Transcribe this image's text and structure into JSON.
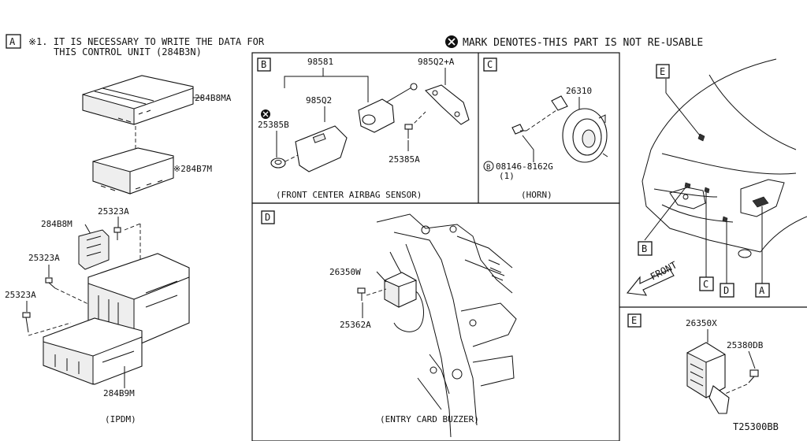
{
  "header": {
    "section_a_letter": "A",
    "note_line1": "※1. IT IS NECESSARY TO WRITE THE DATA FOR",
    "note_line2": "THIS CONTROL UNIT (284B3N)",
    "legend_text": "MARK DENOTES-THIS PART IS NOT RE-USABLE"
  },
  "section_a": {
    "parts": [
      "284B8MA",
      "※284B7M",
      "25323A",
      "284B8M",
      "25323A",
      "25323A",
      "284B9M"
    ],
    "caption": "(IPDM)"
  },
  "section_b": {
    "letter": "B",
    "parts": [
      "98581",
      "985Q2+A",
      "985Q2",
      "25385B",
      "25385A"
    ],
    "caption": "(FRONT CENTER AIRBAG SENSOR)"
  },
  "section_c": {
    "letter": "C",
    "parts": [
      "26310",
      "08146-8162G",
      "(1)"
    ],
    "bolt_mark": "B",
    "caption": "(HORN)"
  },
  "section_d": {
    "letter": "D",
    "parts": [
      "26350W",
      "25362A"
    ],
    "caption": "(ENTRY CARD BUZZER)"
  },
  "car_view": {
    "callouts": [
      "E",
      "B",
      "C",
      "D",
      "A"
    ],
    "front_label": "FRONT"
  },
  "section_e": {
    "letter": "E",
    "parts": [
      "26350X",
      "25380DB"
    ]
  },
  "footer": {
    "diagram_code": "T25300BB"
  }
}
